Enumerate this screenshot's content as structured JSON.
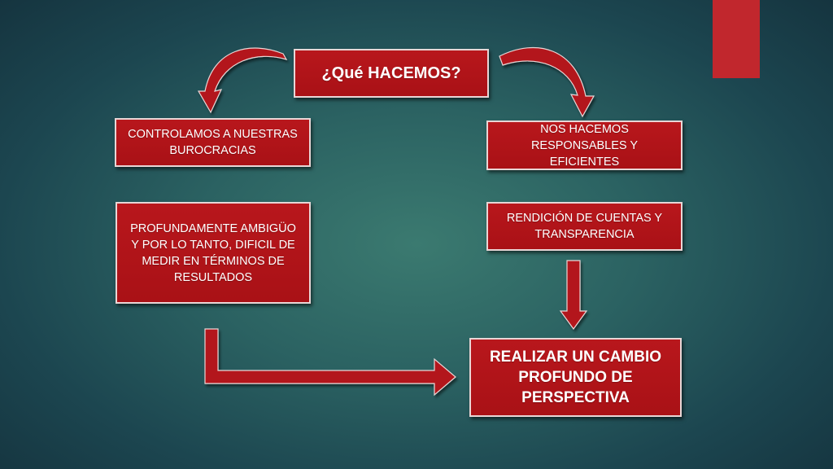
{
  "slide": {
    "title": "¿Qué HACEMOS?",
    "left_column": {
      "box1": "CONTROLAMOS A NUESTRAS BUROCRACIAS",
      "box2": "PROFUNDAMENTE AMBIGÜO Y POR LO TANTO, DIFICIL DE MEDIR EN TÉRMINOS DE RESULTADOS"
    },
    "right_column": {
      "box1": "NOS HACEMOS RESPONSABLES Y EFICIENTES",
      "box2": "RENDICIÓN DE CUENTAS Y TRANSPARENCIA"
    },
    "result": "REALIZAR UN CAMBIO PROFUNDO DE PERSPECTIVA"
  },
  "colors": {
    "background": "#2b6262",
    "box_fill": "#b01419",
    "box_border": "#e8d6d6",
    "arrow": "#b3161b",
    "accent_tab": "#c1272d"
  }
}
